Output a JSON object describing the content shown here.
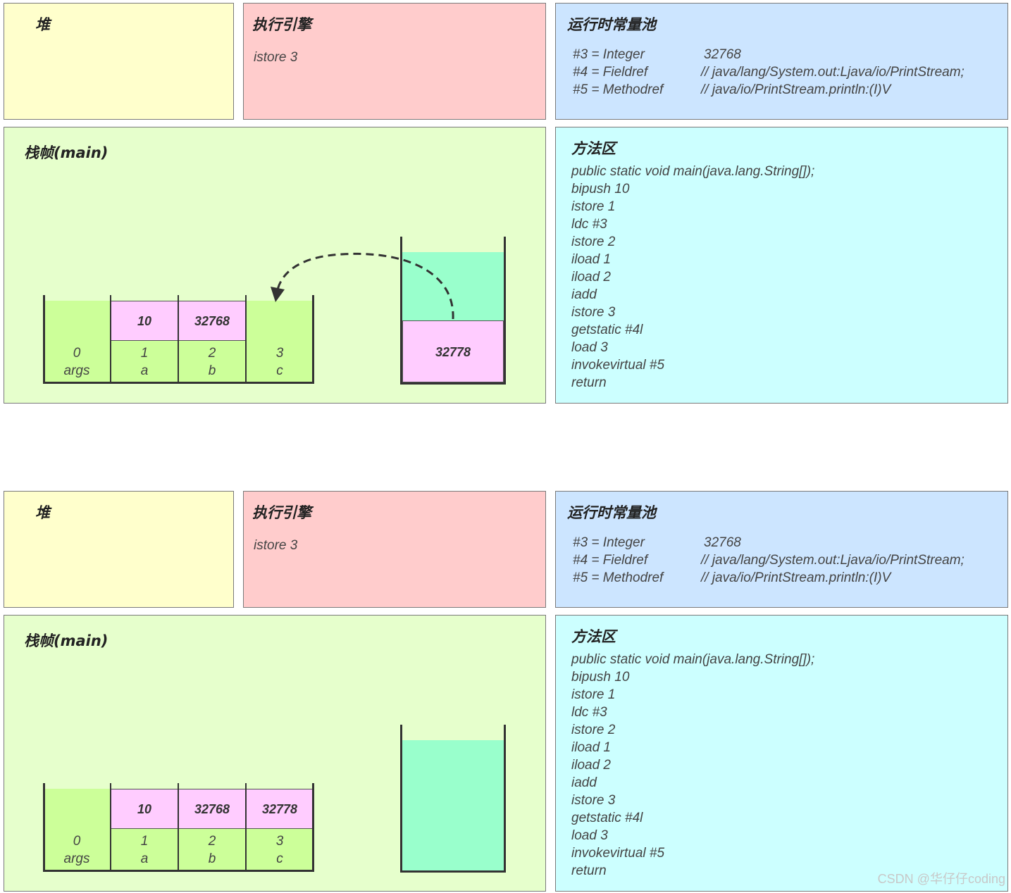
{
  "diagrams": [
    {
      "heap": {
        "title": "堆"
      },
      "engine": {
        "title": "执行引擎",
        "instruction": "istore 3"
      },
      "pool": {
        "title": "运行时常量池",
        "rows": [
          {
            "ref": "#3 = Integer",
            "value": "32768"
          },
          {
            "ref": "#4 = Fieldref",
            "value": "// java/lang/System.out:Ljava/io/PrintStream;"
          },
          {
            "ref": "#5 = Methodref",
            "value": "// java/io/PrintStream.println:(I)V"
          }
        ]
      },
      "frame": {
        "title": "栈帧(main)",
        "locals": [
          {
            "index": "0",
            "name": "args",
            "value": ""
          },
          {
            "index": "1",
            "name": "a",
            "value": "10"
          },
          {
            "index": "2",
            "name": "b",
            "value": "32768"
          },
          {
            "index": "3",
            "name": "c",
            "value": ""
          }
        ],
        "operand_stack": [
          "32778"
        ]
      },
      "method": {
        "title": "方法区",
        "lines": [
          "public static void main(java.lang.String[]);",
          "bipush 10",
          "istore 1",
          "ldc #3",
          "istore 2",
          "iload 1",
          "iload 2",
          "iadd",
          "istore 3",
          "getstatic #4l",
          "load 3",
          "invokevirtual #5",
          "return"
        ]
      }
    },
    {
      "heap": {
        "title": "堆"
      },
      "engine": {
        "title": "执行引擎",
        "instruction": "istore 3"
      },
      "pool": {
        "title": "运行时常量池",
        "rows": [
          {
            "ref": "#3 = Integer",
            "value": "32768"
          },
          {
            "ref": "#4 = Fieldref",
            "value": "// java/lang/System.out:Ljava/io/PrintStream;"
          },
          {
            "ref": "#5 = Methodref",
            "value": "// java/io/PrintStream.println:(I)V"
          }
        ]
      },
      "frame": {
        "title": "栈帧(main)",
        "locals": [
          {
            "index": "0",
            "name": "args",
            "value": ""
          },
          {
            "index": "1",
            "name": "a",
            "value": "10"
          },
          {
            "index": "2",
            "name": "b",
            "value": "32768"
          },
          {
            "index": "3",
            "name": "c",
            "value": "32778"
          }
        ],
        "operand_stack": []
      },
      "method": {
        "title": "方法区",
        "lines": [
          "public static void main(java.lang.String[]);",
          "bipush 10",
          "istore 1",
          "ldc #3",
          "istore 2",
          "iload 1",
          "iload 2",
          "iadd",
          "istore 3",
          "getstatic #4l",
          "load 3",
          "invokevirtual #5",
          "return"
        ]
      }
    }
  ],
  "watermark": "CSDN @华仔仔coding",
  "colors": {
    "heap": "#ffffcc",
    "engine": "#ffcccc",
    "pool": "#cce5ff",
    "frame": "#e6ffcc",
    "method": "#ccffff",
    "slot_empty": "#ccff99",
    "slot_value": "#ffccff",
    "stack_space": "#99ffcc"
  }
}
